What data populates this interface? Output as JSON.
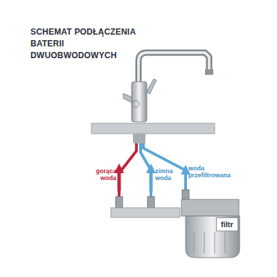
{
  "diagram": {
    "title": "SCHEMAT PODŁĄCZENIA BATERII DWUOBWODOWYCH",
    "nodes": [
      {
        "text": [
          "filtr"
        ]
      }
    ],
    "labels": [
      "gorąca woda",
      "zimna woda",
      "woda przefiltrowana"
    ]
  }
}
